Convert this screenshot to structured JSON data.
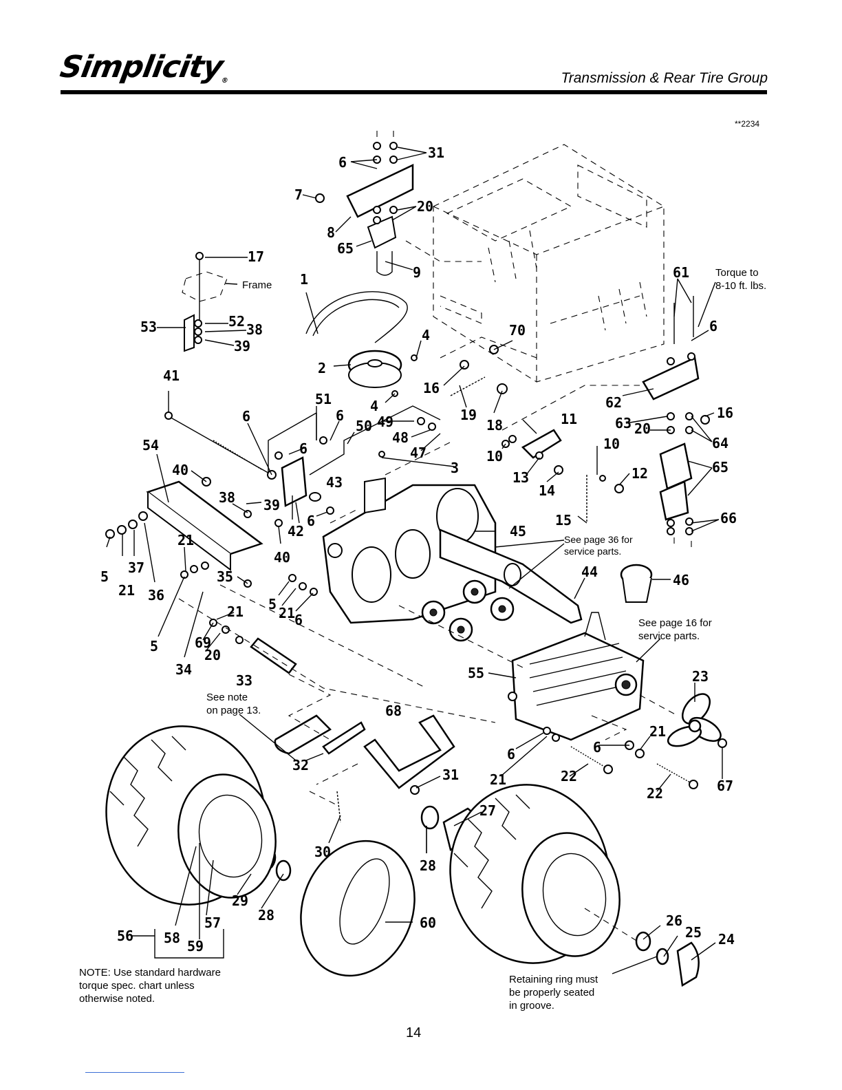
{
  "header": {
    "brand": "Simplicity",
    "section_title": "Transmission & Rear Tire Group",
    "doc_code": "**2234"
  },
  "callouts": {
    "frame": "Frame",
    "torque": [
      "Torque to",
      "8-10 ft. lbs."
    ],
    "see_page_36": [
      "See page 36 for",
      "service parts."
    ],
    "see_page_16": [
      "See page 16 for",
      "service parts."
    ],
    "see_note_13": [
      "See note",
      "on page 13."
    ],
    "note_hardware": [
      "NOTE: Use standard hardware",
      "torque spec. chart unless",
      "otherwise noted."
    ],
    "retaining_ring": [
      "Retaining ring must",
      "be properly seated",
      "in groove."
    ]
  },
  "part_numbers": {
    "p1": "1",
    "p2": "2",
    "p3": "3",
    "p4a": "4",
    "p4b": "4",
    "p5a": "5",
    "p5b": "5",
    "p5c": "5",
    "p6a": "6",
    "p6b": "6",
    "p6c": "6",
    "p6d": "6",
    "p6e": "6",
    "p6f": "6",
    "p6g": "6",
    "p6h": "6",
    "p6i": "6",
    "p7": "7",
    "p8": "8",
    "p9": "9",
    "p10a": "10",
    "p10b": "10",
    "p11": "11",
    "p12": "12",
    "p13": "13",
    "p14": "14",
    "p15": "15",
    "p16a": "16",
    "p16b": "16",
    "p17": "17",
    "p18": "18",
    "p19": "19",
    "p20a": "20",
    "p20b": "20",
    "p20c": "20",
    "p21a": "21",
    "p21b": "21",
    "p21c": "21",
    "p21d": "21",
    "p21e": "21",
    "p21f": "21",
    "p22a": "22",
    "p22b": "22",
    "p23": "23",
    "p24": "24",
    "p25": "25",
    "p26": "26",
    "p27": "27",
    "p28a": "28",
    "p28b": "28",
    "p29": "29",
    "p30": "30",
    "p31a": "31",
    "p31b": "31",
    "p32": "32",
    "p33": "33",
    "p34": "34",
    "p35": "35",
    "p36": "36",
    "p37": "37",
    "p38a": "38",
    "p38b": "38",
    "p39a": "39",
    "p39b": "39",
    "p40a": "40",
    "p40b": "40",
    "p41": "41",
    "p42": "42",
    "p43": "43",
    "p44": "44",
    "p45": "45",
    "p46": "46",
    "p47": "47",
    "p48": "48",
    "p49": "49",
    "p50": "50",
    "p51": "51",
    "p52": "52",
    "p53": "53",
    "p54": "54",
    "p55": "55",
    "p56": "56",
    "p57": "57",
    "p58": "58",
    "p59": "59",
    "p60": "60",
    "p61": "61",
    "p62": "62",
    "p63": "63",
    "p64": "64",
    "p65a": "65",
    "p65b": "65",
    "p66": "66",
    "p67": "67",
    "p68": "68",
    "p69": "69",
    "p70": "70"
  },
  "page_number": "14"
}
